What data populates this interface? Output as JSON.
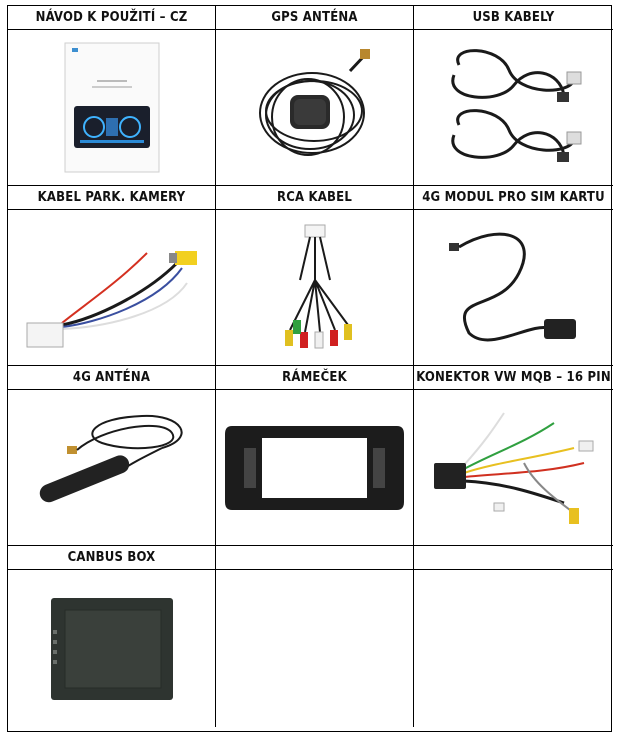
{
  "items": [
    {
      "label": "NÁVOD K POUŽITÍ – CZ",
      "icon": "manual-booklet-icon"
    },
    {
      "label": "GPS ANTÉNA",
      "icon": "gps-antenna-icon"
    },
    {
      "label": "USB KABELY",
      "icon": "usb-cables-icon"
    },
    {
      "label": "KABEL PARK. KAMERY",
      "icon": "parking-camera-cable-icon"
    },
    {
      "label": "RCA KABEL",
      "icon": "rca-cable-icon"
    },
    {
      "label": "4G MODUL PRO SIM KARTU",
      "icon": "4g-sim-module-icon"
    },
    {
      "label": "4G ANTÉNA",
      "icon": "4g-antenna-icon"
    },
    {
      "label": "RÁMEČEK",
      "icon": "frame-bezel-icon"
    },
    {
      "label": "KONEKTOR VW MQB – 16 PIN",
      "icon": "vw-mqb-connector-icon"
    },
    {
      "label": "CANBUS BOX",
      "icon": "canbus-box-icon"
    },
    {
      "label": "",
      "icon": ""
    },
    {
      "label": "",
      "icon": ""
    }
  ],
  "colors": {
    "border": "#000000",
    "cable": "#1a1a1a"
  }
}
